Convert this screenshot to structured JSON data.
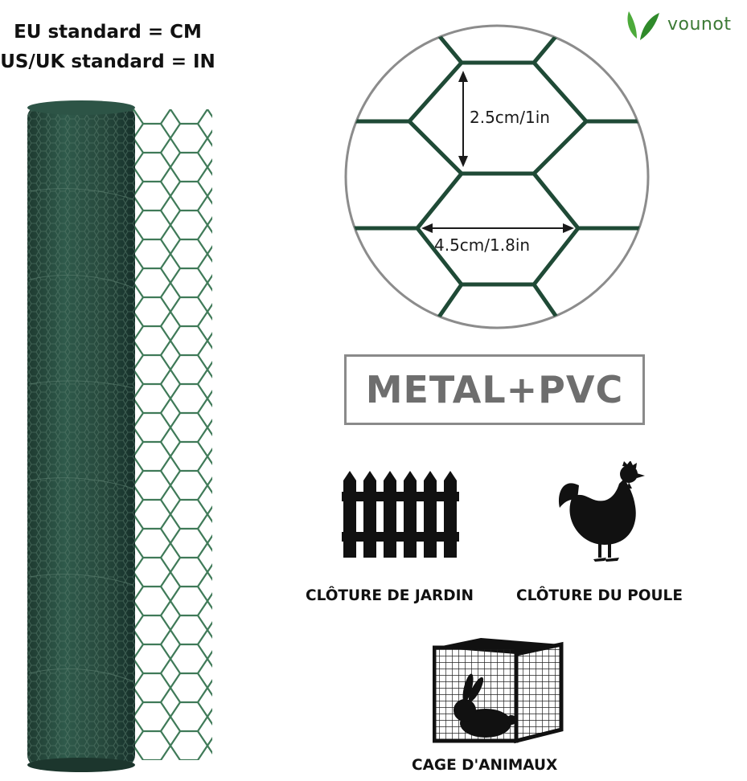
{
  "standards": {
    "eu": "EU standard = CM",
    "us_uk": "US/UK standard = IN"
  },
  "brand": {
    "name": "vounot",
    "color": "#3c8a2e"
  },
  "mesh_dimensions": {
    "height_label": "2.5cm/1in",
    "width_label": "4.5cm/1.8in"
  },
  "material": {
    "label": "METAL+PVC"
  },
  "uses": {
    "garden_fence": {
      "label": "CLÔTURE DE JARDIN",
      "icon": "picket-fence-icon"
    },
    "chicken_fence": {
      "label": "CLÔTURE DU POULE",
      "icon": "chicken-icon"
    },
    "animal_cage": {
      "label": "CAGE D'ANIMAUX",
      "icon": "rabbit-cage-icon"
    }
  },
  "colors": {
    "wire_green": "#1f4a36",
    "roll_green": "#2a4f43",
    "border_gray": "#8a8a8a"
  }
}
